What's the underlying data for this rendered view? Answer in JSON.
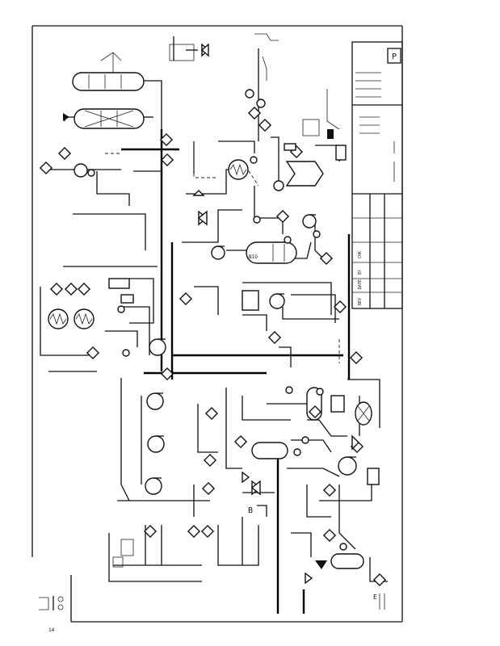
{
  "page_number": "14",
  "title_block": {
    "tag": "P",
    "rev_labels": [
      "REV",
      "DATE",
      "BY",
      "CHK"
    ]
  },
  "tags": {
    "reactor": "BIO",
    "separator": "E",
    "flash": "B"
  },
  "icons": {
    "pump": "pump-icon",
    "valve": "valve-icon",
    "instrument": "instrument-bubble-icon",
    "heat_exchanger": "heat-exchanger-icon",
    "vessel": "vessel-icon"
  }
}
